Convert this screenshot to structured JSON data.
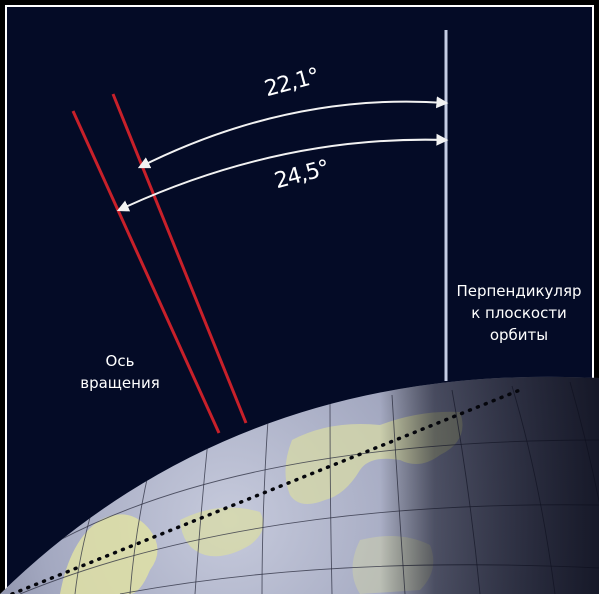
{
  "labels": {
    "angle_small": "22,1°",
    "angle_large": "24,5°",
    "perpendicular": [
      "Перпендикуляр",
      "к плоскости",
      "орбиты"
    ],
    "rotation_axis": [
      "Ось",
      "вращения"
    ]
  },
  "colors": {
    "background": "#040b26",
    "frame": "#ffffff",
    "axis_line": "#c8202a",
    "perpendicular_line": "#c5cde4",
    "arrow": "#f2f2f2",
    "globe_light": "#b9bed3",
    "globe_dark": "#22253a",
    "land": "#d9dcaa",
    "equator": "#05060c"
  }
}
